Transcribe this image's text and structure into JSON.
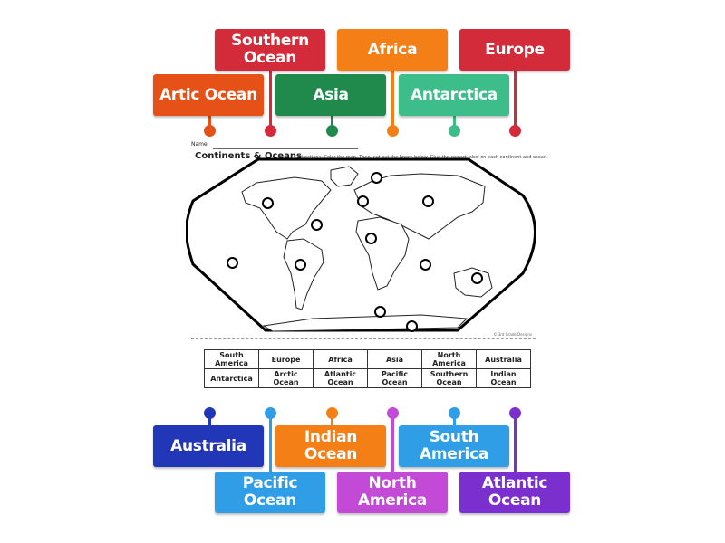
{
  "labels": [
    {
      "id": "southern-ocean",
      "text": "Southern Ocean",
      "color": "#d42b3a"
    },
    {
      "id": "africa",
      "text": "Africa",
      "color": "#f57f17"
    },
    {
      "id": "europe",
      "text": "Europe",
      "color": "#d42b3a"
    },
    {
      "id": "artic-ocean",
      "text": "Artic Ocean",
      "color": "#e65117"
    },
    {
      "id": "asia",
      "text": "Asia",
      "color": "#1f8a4c"
    },
    {
      "id": "antarctica",
      "text": "Antarctica",
      "color": "#3dbd8a"
    },
    {
      "id": "australia",
      "text": "Australia",
      "color": "#2236b8"
    },
    {
      "id": "indian-ocean",
      "text": "Indian Ocean",
      "color": "#f57f17"
    },
    {
      "id": "south-america",
      "text": "South America",
      "color": "#2f9ee6"
    },
    {
      "id": "pacific-ocean",
      "text": "Pacific Ocean",
      "color": "#2f9ee6"
    },
    {
      "id": "north-america",
      "text": "North America",
      "color": "#c34ad6"
    },
    {
      "id": "atlantic-ocean",
      "text": "Atlantic Ocean",
      "color": "#7b2fcf"
    }
  ],
  "worksheet": {
    "name_label": "Name",
    "title": "Continents & Oceans",
    "directions": "Directions: Color the map. Then, cut out the boxes below. Glue the correct label on each continent and ocean.",
    "credit": "© 3rd Grade Designs",
    "table": [
      [
        "South America",
        "Europe",
        "Africa",
        "Asia",
        "North America",
        "Australia"
      ],
      [
        "Antarctica",
        "Arctic Ocean",
        "Atlantic Ocean",
        "Pacific Ocean",
        "Southern Ocean",
        "Indian Ocean"
      ]
    ]
  }
}
